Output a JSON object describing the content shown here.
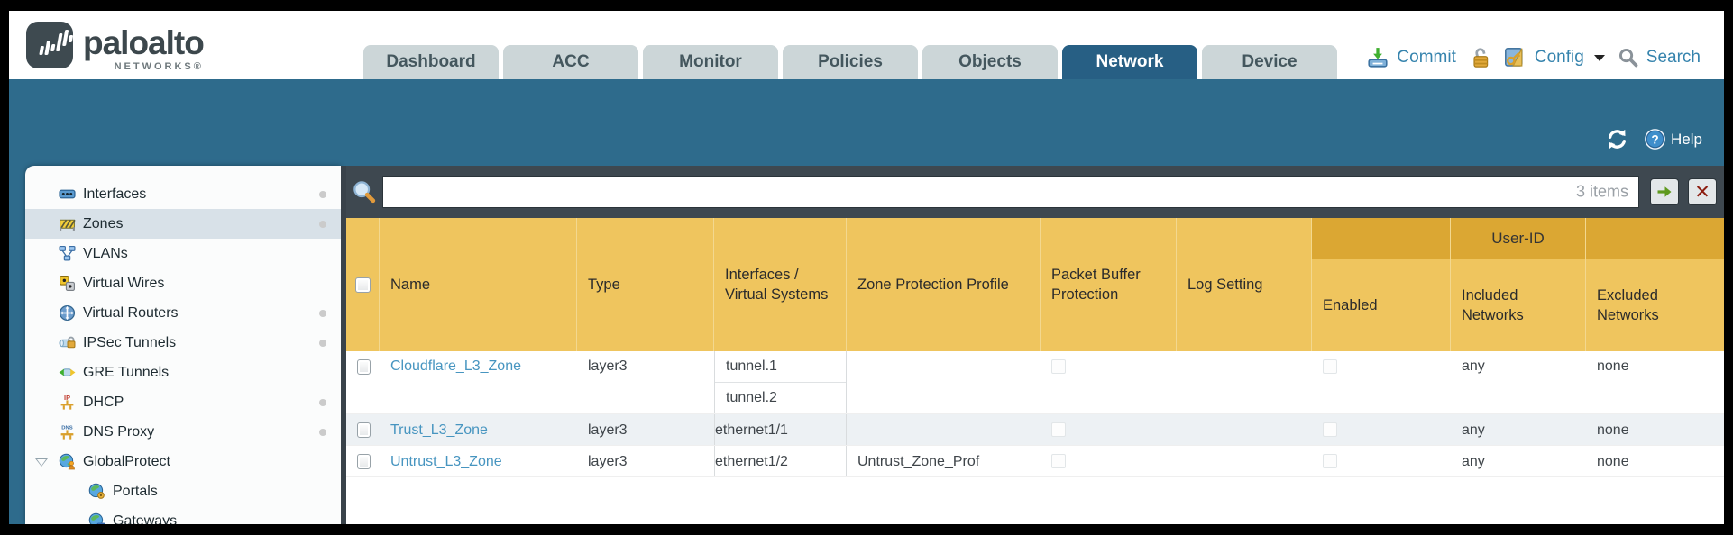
{
  "logo": {
    "brand": "paloalto",
    "subtitle": "NETWORKS®"
  },
  "tabs": {
    "items": [
      "Dashboard",
      "ACC",
      "Monitor",
      "Policies",
      "Objects",
      "Network",
      "Device"
    ],
    "active": "Network"
  },
  "actions": {
    "commit": "Commit",
    "config": "Config",
    "search": "Search"
  },
  "utility": {
    "help": "Help"
  },
  "sidebar": {
    "items": [
      {
        "label": "Interfaces",
        "dot": true
      },
      {
        "label": "Zones",
        "dot": true,
        "selected": true
      },
      {
        "label": "VLANs"
      },
      {
        "label": "Virtual Wires"
      },
      {
        "label": "Virtual Routers",
        "dot": true
      },
      {
        "label": "IPSec Tunnels",
        "dot": true
      },
      {
        "label": "GRE Tunnels"
      },
      {
        "label": "DHCP",
        "dot": true
      },
      {
        "label": "DNS Proxy",
        "dot": true
      },
      {
        "label": "GlobalProtect",
        "expanded": true
      },
      {
        "label": "Portals",
        "child": true
      },
      {
        "label": "Gateways",
        "child": true
      }
    ]
  },
  "filterbar": {
    "value": "",
    "count": "3 items"
  },
  "table": {
    "group_header": "User-ID",
    "columns": [
      "Name",
      "Type",
      "Interfaces / Virtual Systems",
      "Zone Protection Profile",
      "Packet Buffer Protection",
      "Log Setting",
      "Enabled",
      "Included Networks",
      "Excluded Networks"
    ],
    "rows": [
      {
        "name": "Cloudflare_L3_Zone",
        "type": "layer3",
        "interfaces": [
          "tunnel.1",
          "tunnel.2"
        ],
        "zone_protection_profile": "",
        "log_setting": "",
        "packet_buffer_checked": false,
        "enabled_checked": false,
        "included_networks": "any",
        "excluded_networks": "none"
      },
      {
        "name": "Trust_L3_Zone",
        "type": "layer3",
        "interfaces": [
          "ethernet1/1"
        ],
        "zone_protection_profile": "",
        "log_setting": "",
        "packet_buffer_checked": false,
        "enabled_checked": false,
        "included_networks": "any",
        "excluded_networks": "none"
      },
      {
        "name": "Untrust_L3_Zone",
        "type": "layer3",
        "interfaces": [
          "ethernet1/2"
        ],
        "zone_protection_profile": "Untrust_Zone_Prof",
        "log_setting": "",
        "packet_buffer_checked": false,
        "enabled_checked": false,
        "included_networks": "any",
        "excluded_networks": "none"
      }
    ]
  },
  "colors": {
    "teal_band": "#2e6b8c",
    "active_tab": "#275f84",
    "header_amber": "#efc55e",
    "user_id_band": "#dba733",
    "link_blue": "#4795c0",
    "slate_filter_bar": "#3e4850"
  }
}
